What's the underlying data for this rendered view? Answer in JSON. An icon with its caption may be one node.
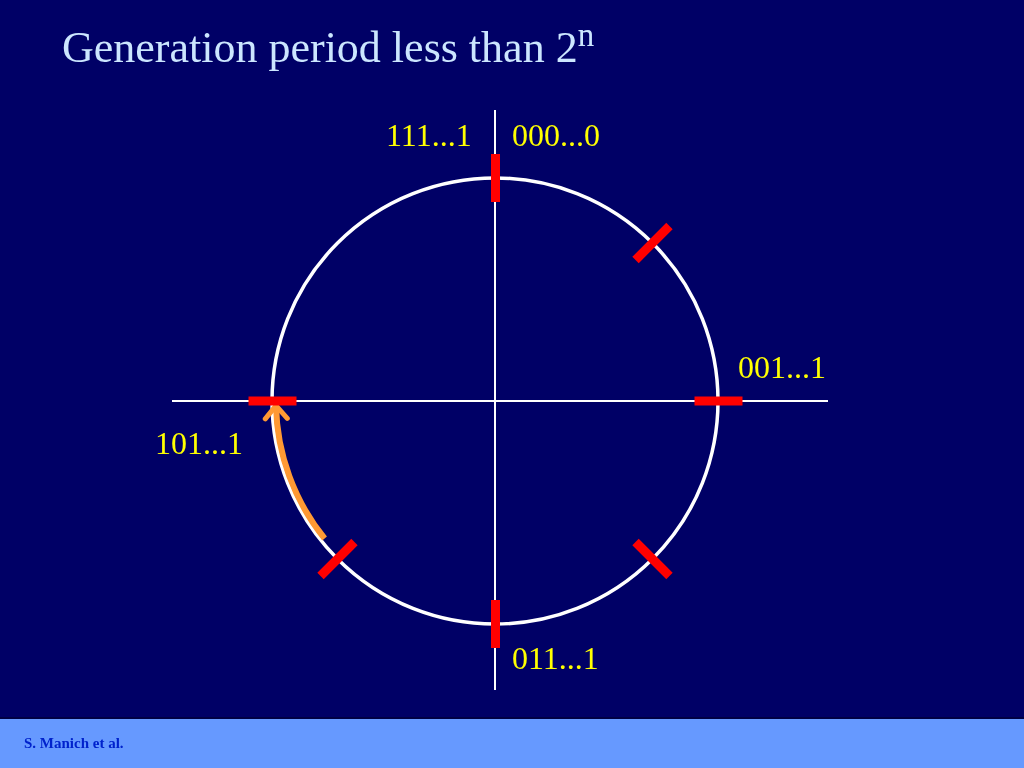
{
  "diagram": {
    "title": "Generation period less than 2$^{n}$",
    "nodes": [
      {
        "text": [],
        "shape": "bar",
        "beside": [
          "111...1",
          "000...0"
        ]
      },
      {
        "text": [],
        "shape": "bar"
      },
      {
        "text": [],
        "shape": "bar",
        "beside": [
          "101...1"
        ]
      },
      {
        "text": [],
        "shape": "bar",
        "beside": [
          "001...1"
        ]
      },
      {
        "text": [],
        "shape": "bar"
      },
      {
        "text": [],
        "shape": "bar"
      },
      {
        "text": [],
        "shape": "bar",
        "beside": [
          "011...1"
        ]
      }
    ],
    "edges": [
      {
        "from": 4,
        "to": 2,
        "arrow": "to",
        "color": "#ff9933"
      }
    ],
    "labels": [
      "S. Manich et al."
    ]
  }
}
